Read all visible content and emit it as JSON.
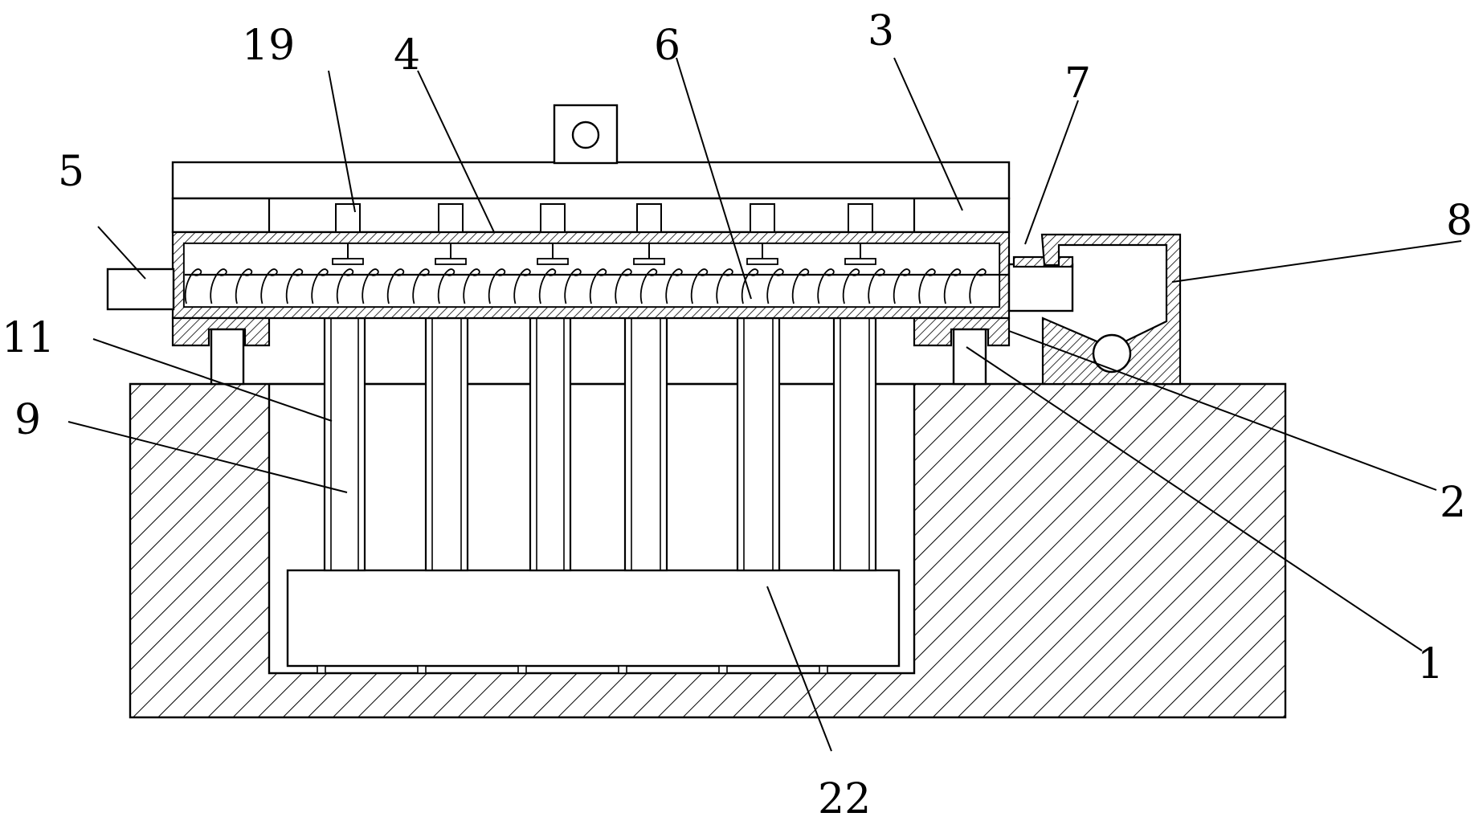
{
  "figure": {
    "labels": [
      {
        "id": "19",
        "text": "19"
      },
      {
        "id": "4",
        "text": "4"
      },
      {
        "id": "6",
        "text": "6"
      },
      {
        "id": "3",
        "text": "3"
      },
      {
        "id": "7",
        "text": "7"
      },
      {
        "id": "5",
        "text": "5"
      },
      {
        "id": "8",
        "text": "8"
      },
      {
        "id": "11",
        "text": "11"
      },
      {
        "id": "9",
        "text": "9"
      },
      {
        "id": "2",
        "text": "2"
      },
      {
        "id": "1",
        "text": "1"
      },
      {
        "id": "22",
        "text": "22"
      }
    ]
  }
}
